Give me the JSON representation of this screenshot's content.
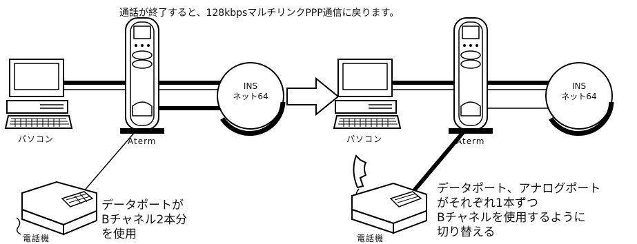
{
  "caption": "通話が終了すると、128kbpsマルチリンクPPP通信に戻ります。",
  "left": {
    "pc_label": "パソコン",
    "router_label": "Aterm",
    "network_label": "INS\nネット64",
    "phone_label": "電話機",
    "description": "データポートが\nBチャネル2本分\nを使用"
  },
  "right": {
    "pc_label": "パソコン",
    "router_label": "Aterm",
    "network_label": "INS\nネット64",
    "phone_label": "電話機",
    "description": "データポート、アナログポート\nがそれぞれ1本ずつ\nBチャネルを使用するように\n切り替える"
  }
}
